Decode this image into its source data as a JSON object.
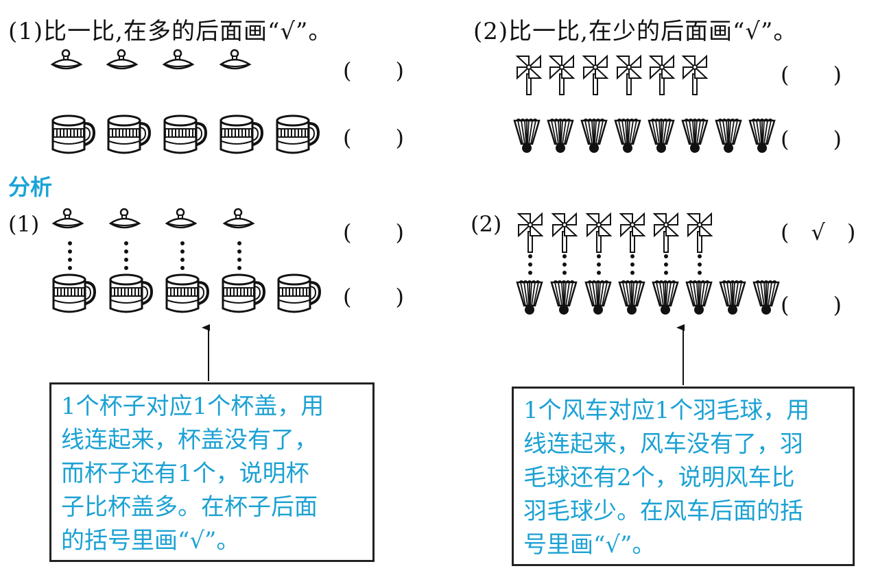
{
  "q1": {
    "title": "(1)比一比,在多的后面画“√”。",
    "lid_count": 4,
    "cup_count": 5,
    "row1_paren": "(　　)",
    "row2_paren": "(　　)"
  },
  "q2": {
    "title": "(2)比一比,在少的后面画“√”。",
    "pinwheel_count": 6,
    "shuttlecock_count": 8,
    "row1_paren": "(　　)",
    "row2_paren": "(　　)"
  },
  "analysis": {
    "heading": "分析",
    "a1": {
      "label": "(1)",
      "row1_paren": "(　　)",
      "row2_paren": "(　　)",
      "note": "1个杯子对应1个杯盖，用\n线连起来，杯盖没有了，\n而杯子还有1个，说明杯\n子比杯盖多。在杯子后面\n的括号里画“√”。"
    },
    "a2": {
      "label": "(2)",
      "row1_paren": "(　√　)",
      "row2_paren": "(　　)",
      "note": "1个风车对应1个羽毛球，用\n线连起来，风车没有了，羽\n毛球还有2个，说明风车比\n羽毛球少。在风车后面的括\n号里画“√”。"
    }
  },
  "colors": {
    "accent": "#1ba1d3",
    "ink": "#111111"
  }
}
